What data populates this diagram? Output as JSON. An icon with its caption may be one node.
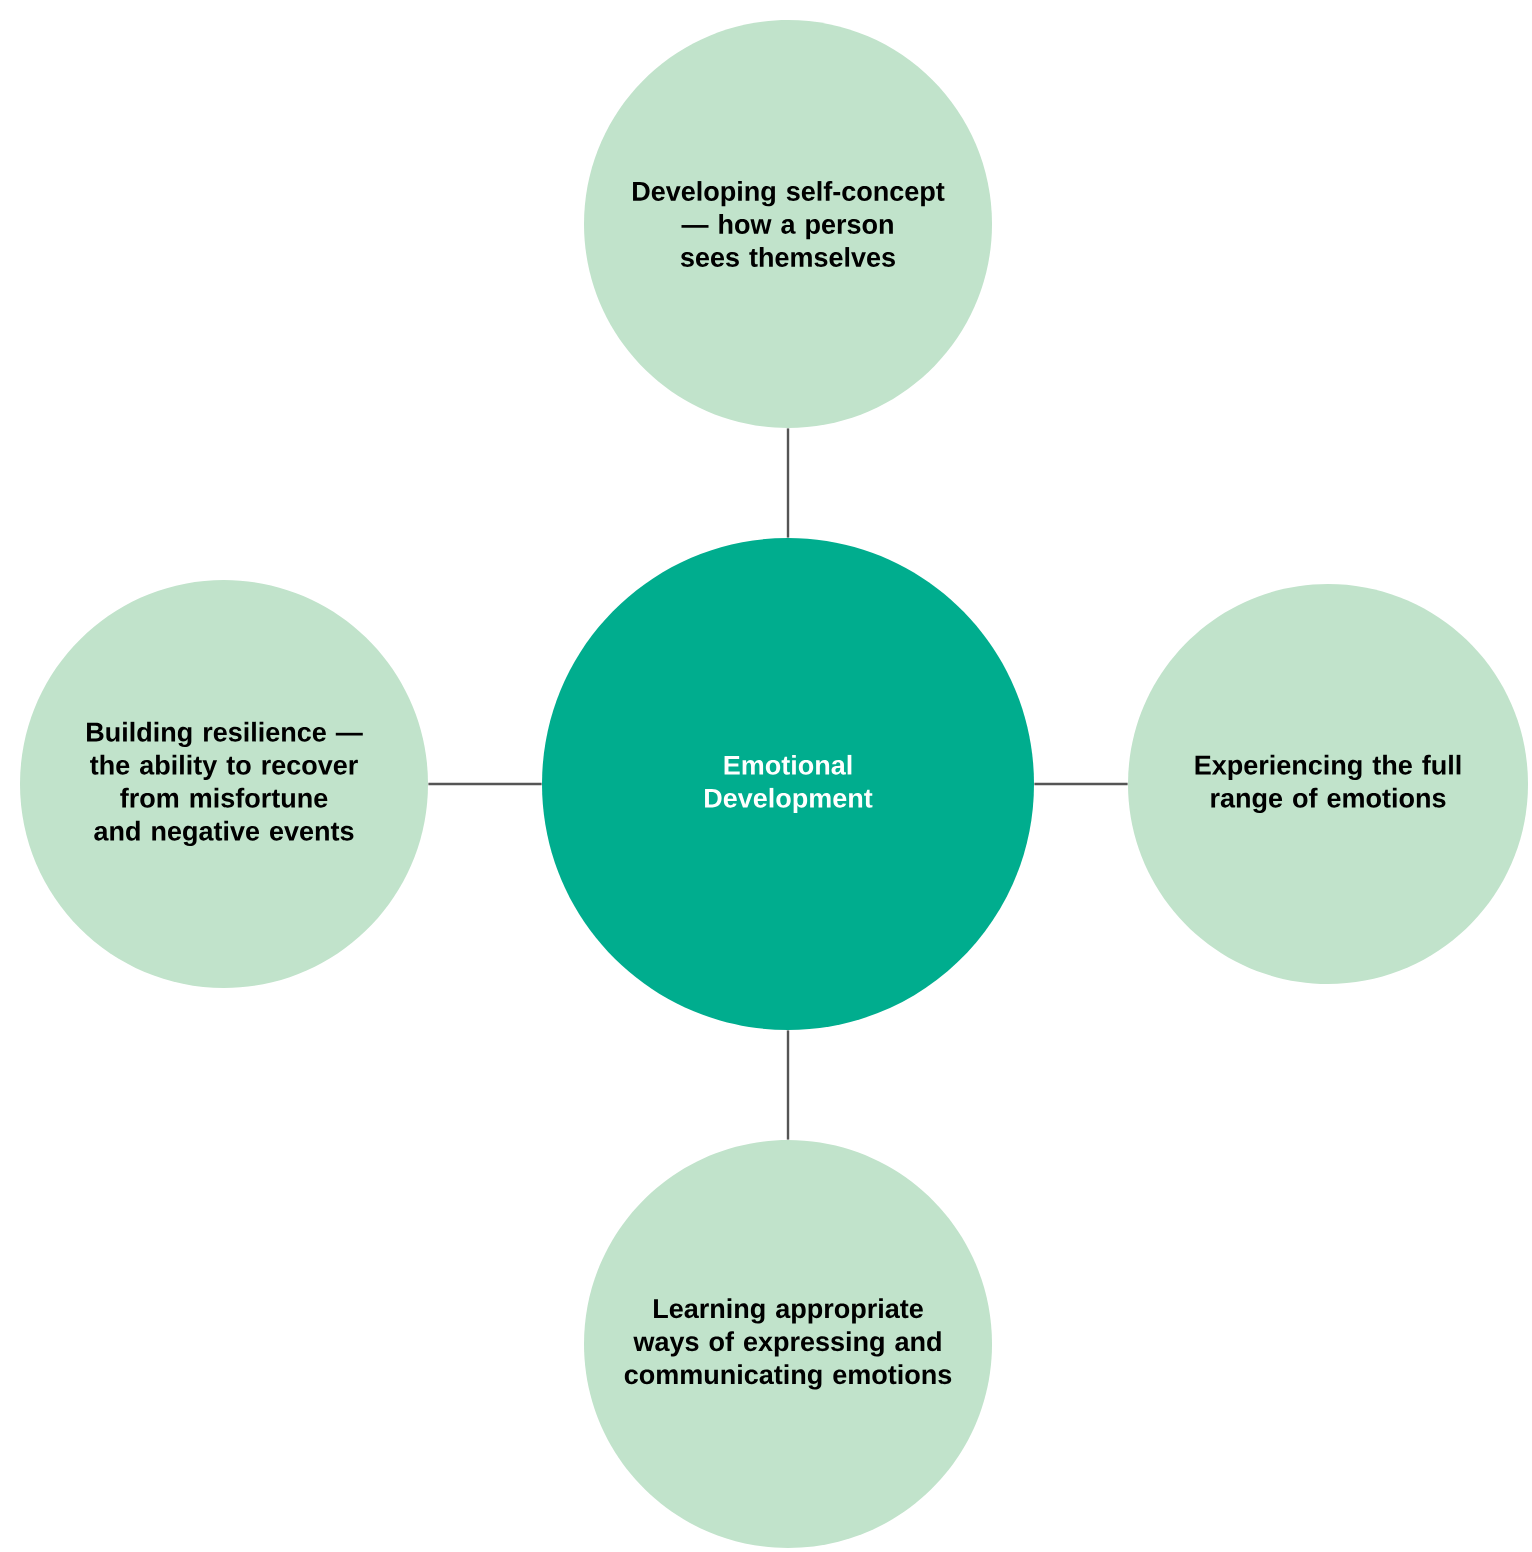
{
  "diagram": {
    "nodes": [
      {
        "text": [
          "Emotional Development"
        ]
      },
      {
        "text": [
          "Developing self-concept — how a person sees themselves"
        ]
      },
      {
        "text": [
          "Building resilience — the ability to recover from misfortune and negative events"
        ]
      },
      {
        "text": [
          "Experiencing the full range of emotions"
        ]
      },
      {
        "text": [
          "Learning appropriate ways of expressing and communicating emotions"
        ]
      }
    ],
    "edges": [
      {
        "from": 0,
        "to": 1,
        "arrow": "none"
      },
      {
        "from": 0,
        "to": 2,
        "arrow": "none"
      },
      {
        "from": 0,
        "to": 3,
        "arrow": "none"
      },
      {
        "from": 0,
        "to": 4,
        "arrow": "none"
      }
    ]
  }
}
